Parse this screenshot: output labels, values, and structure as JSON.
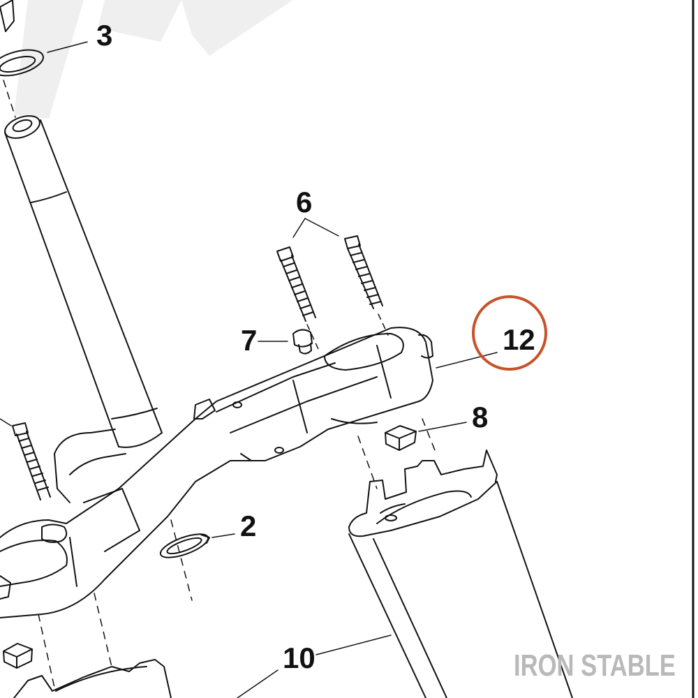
{
  "callouts": {
    "c2": "2",
    "c3": "3",
    "c6": "6",
    "c7": "7",
    "c8": "8",
    "c10": "10",
    "c12": "12"
  },
  "brand": {
    "name": "IRON STABLE",
    "color": "#b9b9b9"
  },
  "highlight": {
    "target": "12",
    "color": "#c8522a"
  },
  "watermark": {
    "color": "#efefef"
  },
  "line_color": "#111111"
}
